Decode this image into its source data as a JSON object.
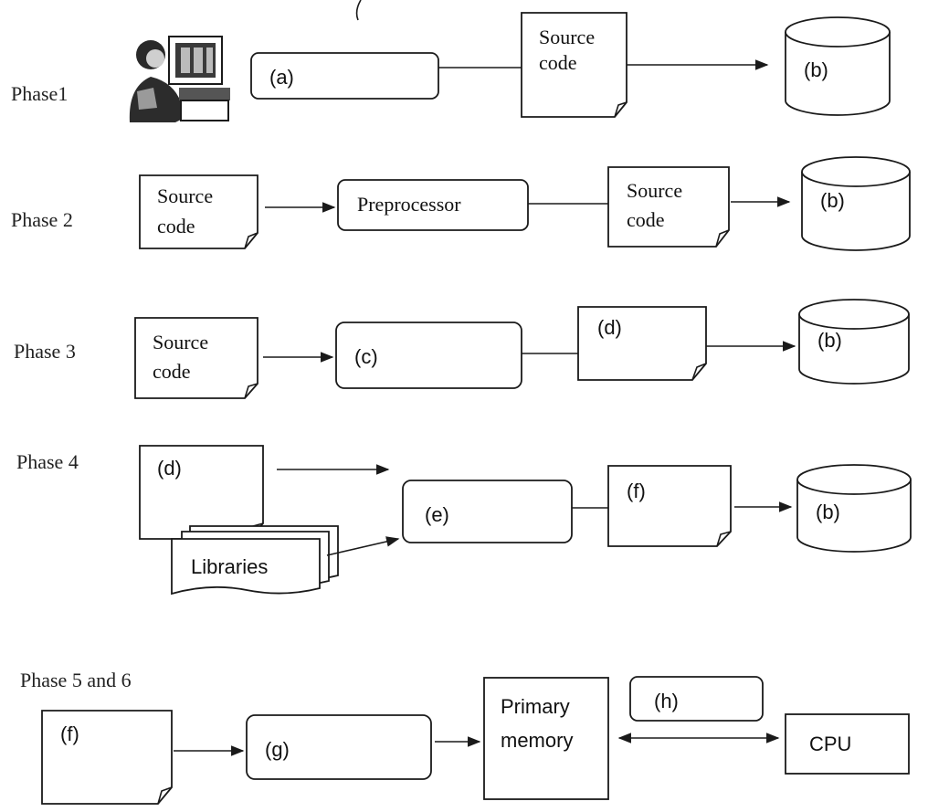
{
  "phases": {
    "p1": "Phase1",
    "p2": "Phase 2",
    "p3": "Phase 3",
    "p4": "Phase 4",
    "p56": "Phase 5 and 6"
  },
  "nodes": {
    "a": "(a)",
    "b": "(b)",
    "c": "(c)",
    "d": "(d)",
    "e": "(e)",
    "f": "(f)",
    "g": "(g)",
    "h": "(h)",
    "source_code_l1": "Source",
    "source_code_l2": "code",
    "preprocessor": "Preprocessor",
    "libraries": "Libraries",
    "primary_memory_l1": "Primary",
    "primary_memory_l2": "memory",
    "cpu": "CPU"
  },
  "colors": {
    "stroke": "#1a1a1a",
    "background": "#ffffff"
  },
  "icons": {
    "phase1_user": "programmer-at-computer-icon"
  }
}
